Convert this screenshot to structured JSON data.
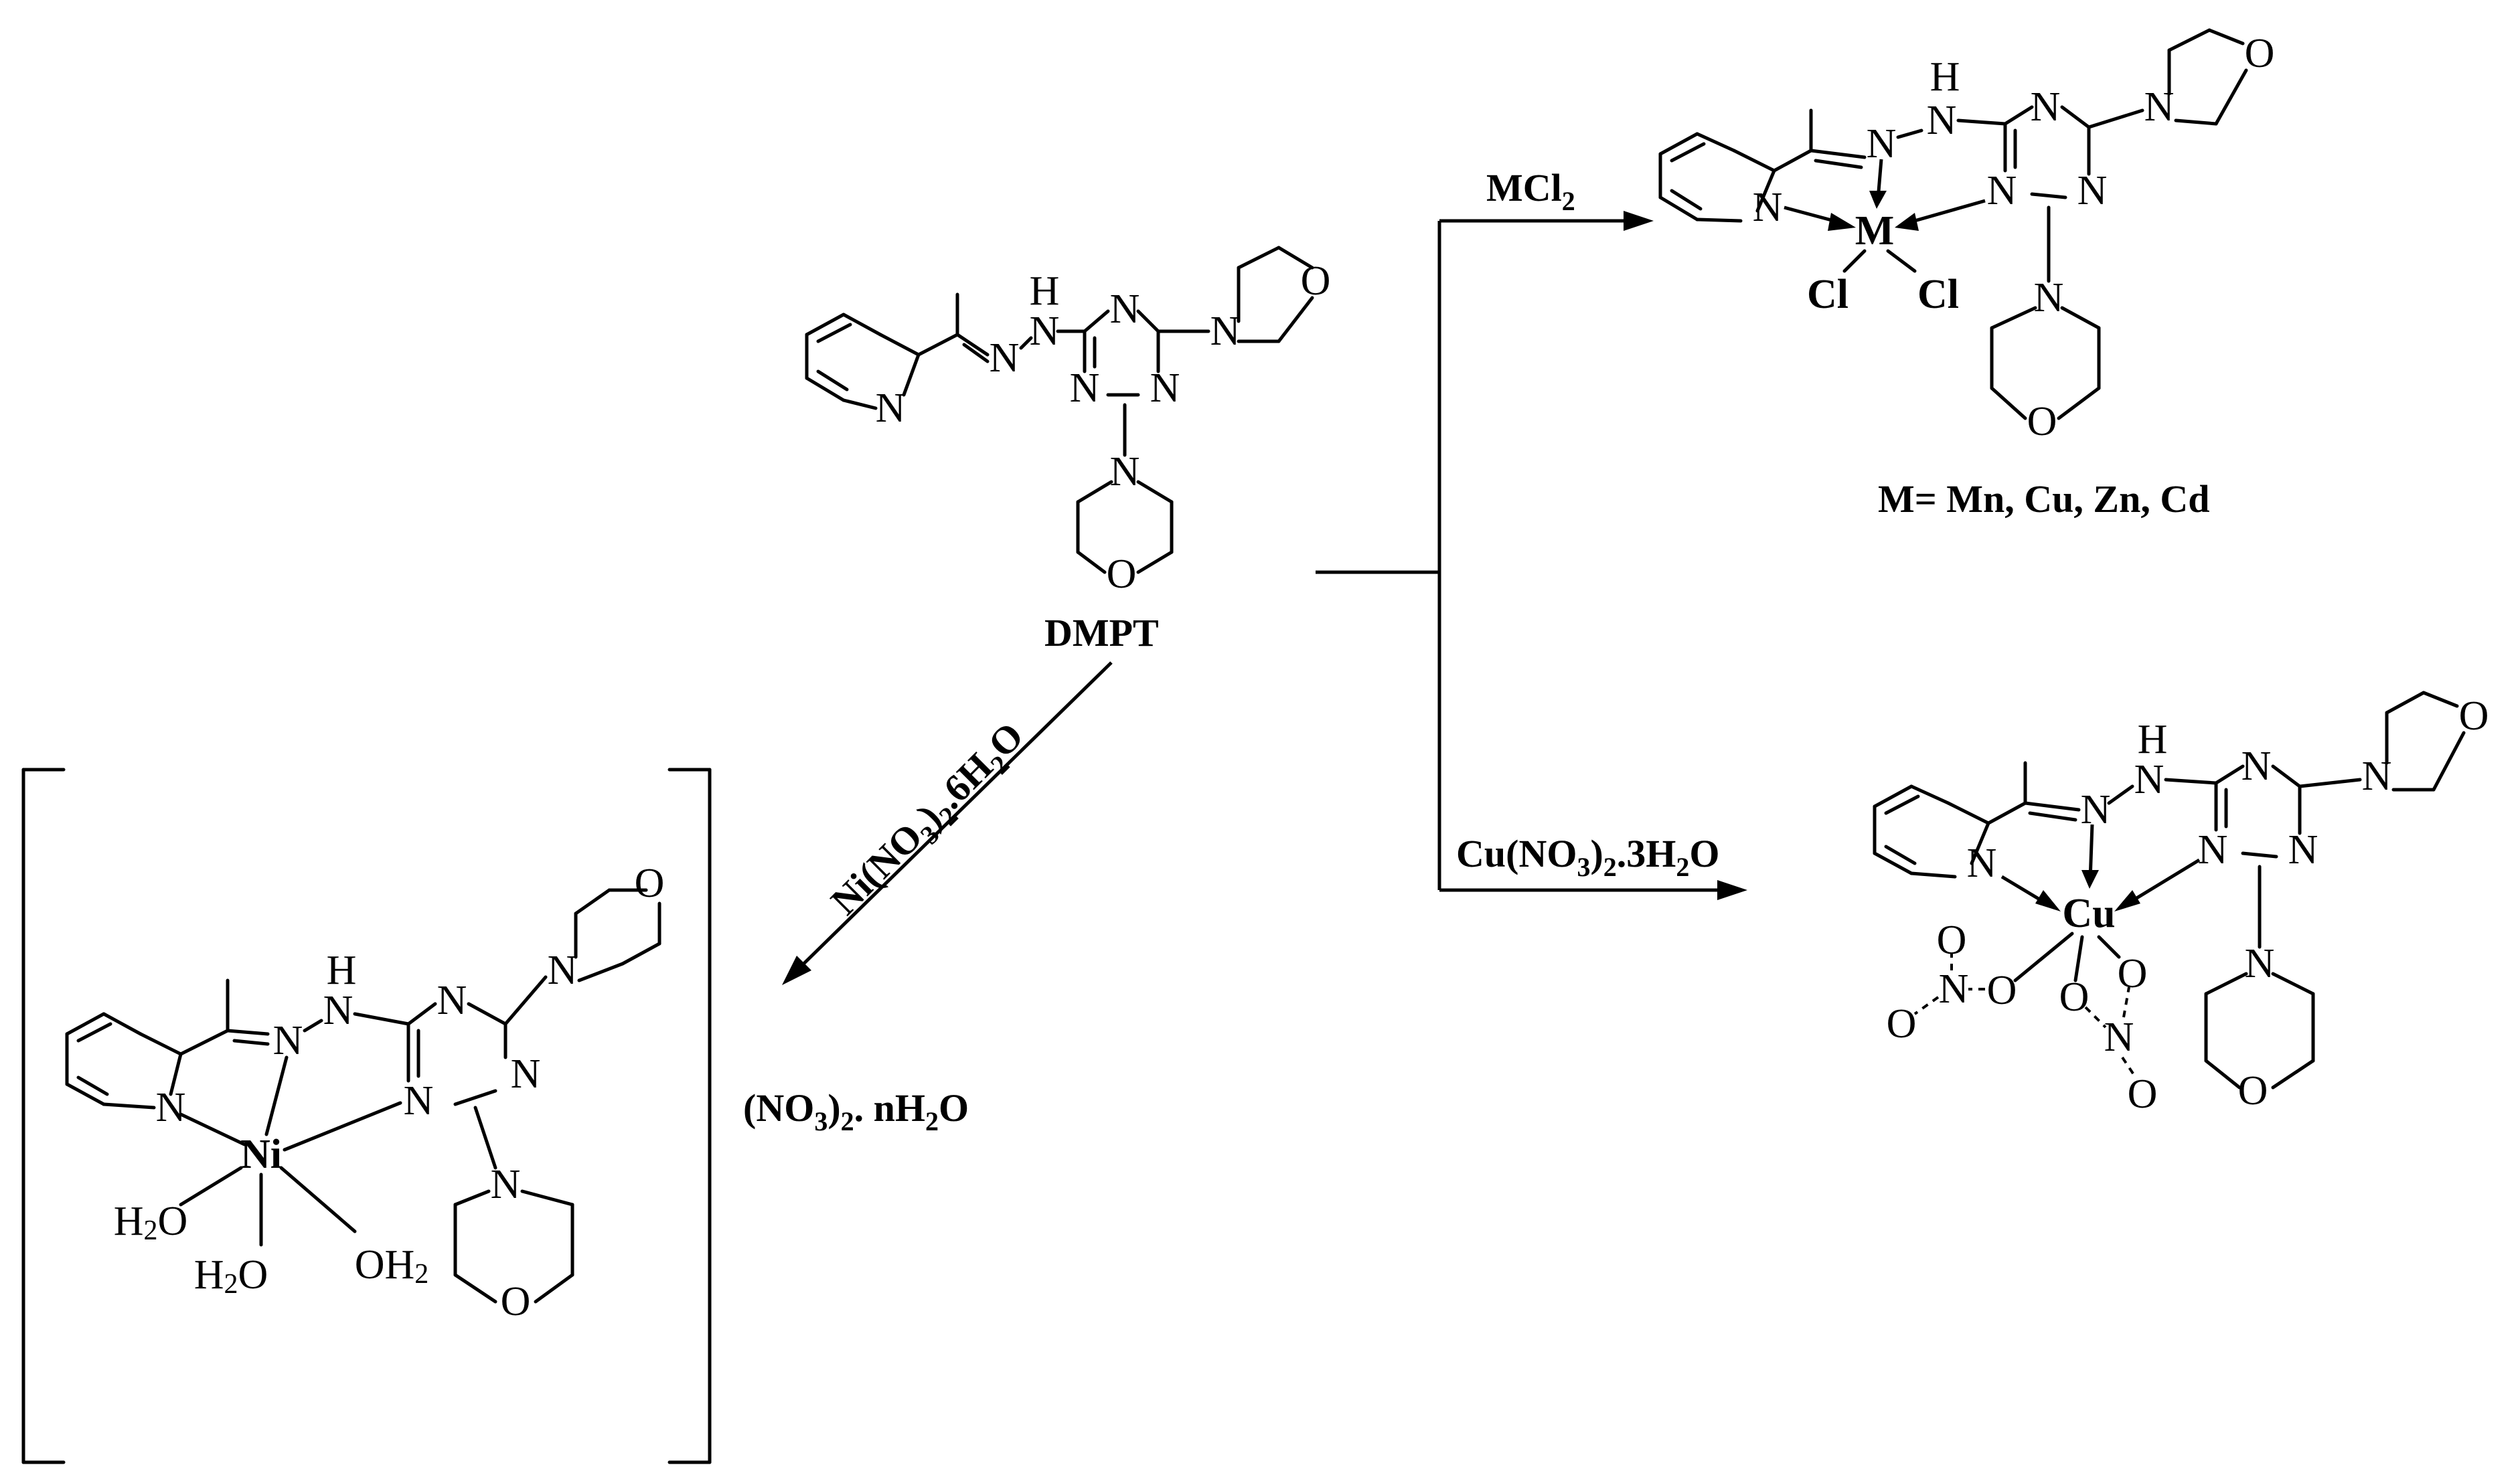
{
  "labels": {
    "ligand_name": "DMPT",
    "mcl2_reagent": "MCl",
    "mcl2_sub": "2",
    "metal_list": "M= Mn, Cu, Zn, Cd",
    "ni_reagent": "Ni(NO3)2.6H2O",
    "cu_reagent": "Cu(NO3)2.3H2O",
    "counter_ion": "(NO3)2. nH2O"
  },
  "atoms": {
    "N": "N",
    "H": "H",
    "O": "O",
    "M": "M",
    "Cl": "Cl",
    "Ni": "Ni",
    "Cu": "Cu",
    "water": "H2O",
    "water_rev": "OH2"
  }
}
